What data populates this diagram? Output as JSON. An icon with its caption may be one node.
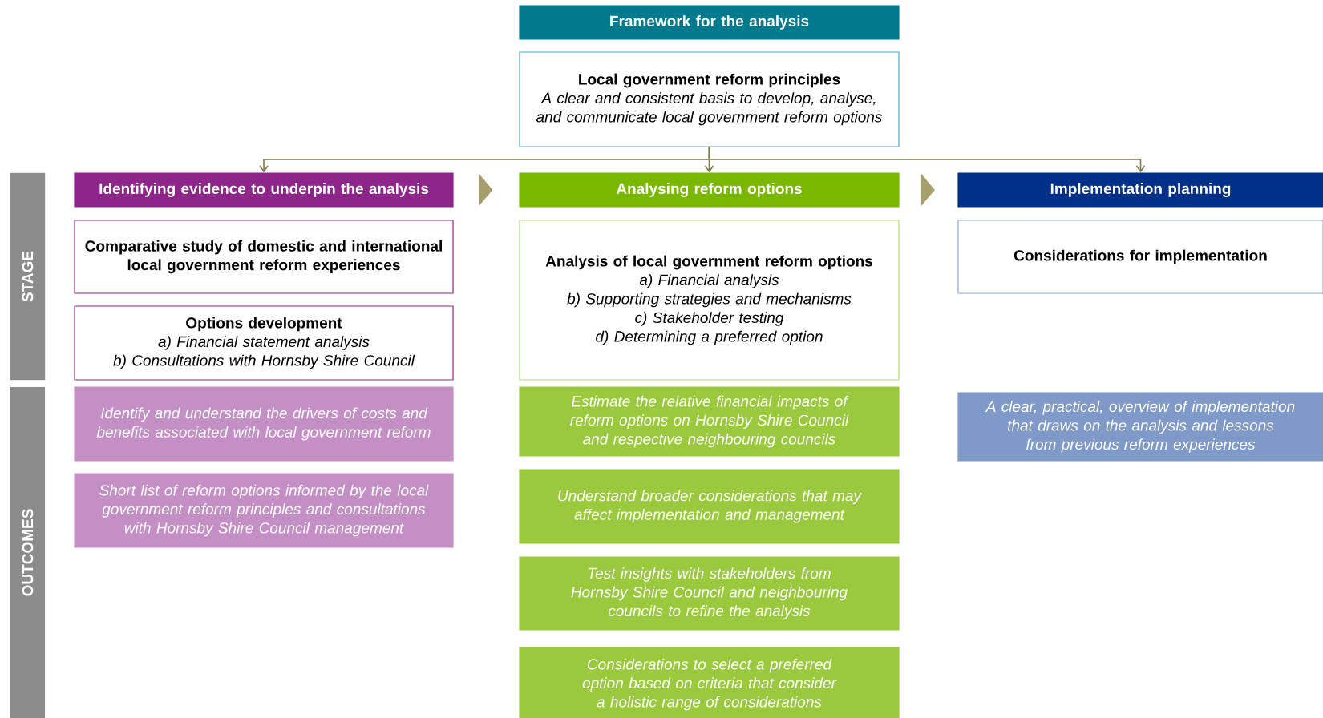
{
  "diagram": {
    "nodes": [
      {
        "text": [
          "Framework for the analysis"
        ]
      },
      {
        "text": [
          "Local government reform principles",
          "A clear and consistent basis to develop, analyse, and communicate local government reform options"
        ]
      },
      {
        "text": [
          "Identifying evidence to underpin the analysis"
        ]
      },
      {
        "text": [
          "Analysing reform options"
        ]
      },
      {
        "text": [
          "Implementation planning"
        ]
      },
      {
        "text": [
          "STAGE"
        ]
      },
      {
        "text": [
          "Comparative study of domestic and international local government reform experiences"
        ]
      },
      {
        "text": [
          "Options development",
          "a) Financial statement analysis",
          "b) Consultations with Hornsby Shire Council"
        ]
      },
      {
        "text": [
          "Analysis of local government reform options",
          "a) Financial analysis",
          "b) Supporting strategies and mechanisms",
          "c) Stakeholder testing",
          "d) Determining a preferred option"
        ]
      },
      {
        "text": [
          "Considerations for implementation"
        ]
      },
      {
        "text": [
          "OUTCOMES"
        ]
      },
      {
        "text": [
          "Identify and understand the drivers of costs and benefits associated with local government reform"
        ]
      },
      {
        "text": [
          "Estimate the relative financial impacts of reform options on Hornsby Shire Council and respective neighbouring councils"
        ]
      },
      {
        "text": [
          "A clear, practical, overview of implementation that draws on the analysis and lessons from previous reform experiences"
        ]
      },
      {
        "text": [
          "Short list of reform options informed by the local government reform principles and consultations with Hornsby Shire Council management"
        ]
      },
      {
        "text": [
          "Understand broader considerations that may affect implementation and management"
        ]
      },
      {
        "text": [
          "Test insights with stakeholders from Hornsby Shire Council and neighbouring councils to refine the analysis"
        ]
      },
      {
        "text": [
          "Considerations to select a preferred option based on criteria that consider a holistic range of considerations"
        ]
      }
    ],
    "edges": [
      {
        "from": 1,
        "to": 2,
        "arrow": "to"
      },
      {
        "from": 1,
        "to": 3,
        "arrow": "to"
      },
      {
        "from": 1,
        "to": 4,
        "arrow": "to"
      },
      {
        "from": 2,
        "to": 3,
        "arrow": "to"
      },
      {
        "from": 3,
        "to": 4,
        "arrow": "to"
      }
    ]
  }
}
